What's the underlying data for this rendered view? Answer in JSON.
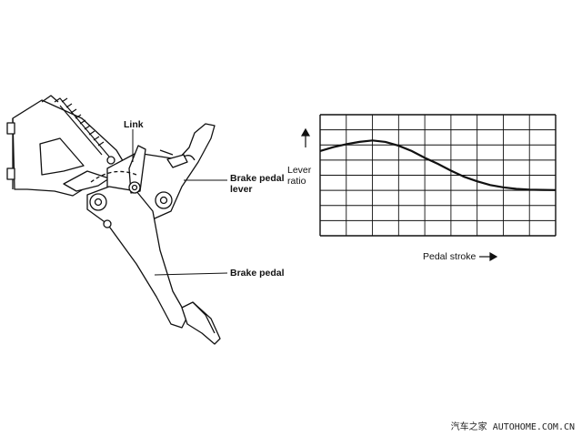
{
  "labels": {
    "link": "Link",
    "brake_pedal_lever_line1": "Brake pedal",
    "brake_pedal_lever_line2": "lever",
    "brake_pedal": "Brake pedal",
    "lever_ratio_line1": "Lever",
    "lever_ratio_line2": "ratio",
    "pedal_stroke": "Pedal stroke"
  },
  "watermark": "汽车之家  AUTOHOME.COM.CN",
  "chart_data": {
    "type": "line",
    "xlabel": "Pedal stroke",
    "ylabel": "Lever ratio",
    "xlim": [
      0,
      9
    ],
    "ylim": [
      0,
      8
    ],
    "grid": true,
    "series": [
      {
        "x": [
          0,
          0.5,
          1,
          1.5,
          2,
          2.5,
          3,
          3.5,
          4,
          4.5,
          5,
          5.5,
          6,
          6.5,
          7,
          7.5,
          8,
          8.5,
          9
        ],
        "values": [
          5.6,
          5.85,
          6.05,
          6.2,
          6.3,
          6.2,
          5.95,
          5.6,
          5.15,
          4.75,
          4.3,
          3.9,
          3.6,
          3.35,
          3.2,
          3.1,
          3.05,
          3.03,
          3.02
        ]
      }
    ]
  }
}
